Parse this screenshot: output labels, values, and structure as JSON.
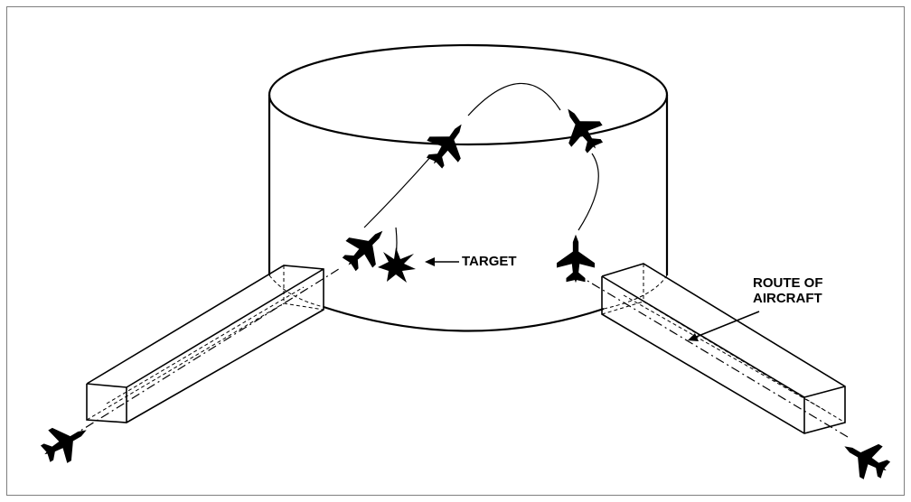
{
  "labels": {
    "target": "TARGET",
    "route_line1": "ROUTE OF",
    "route_line2": "AIRCRAFT"
  },
  "colors": {
    "ink": "#000000",
    "paper": "#ffffff",
    "border": "#7f7f7f"
  },
  "icons": [
    "aircraft-icon",
    "explosion-icon",
    "arrow-icon"
  ]
}
